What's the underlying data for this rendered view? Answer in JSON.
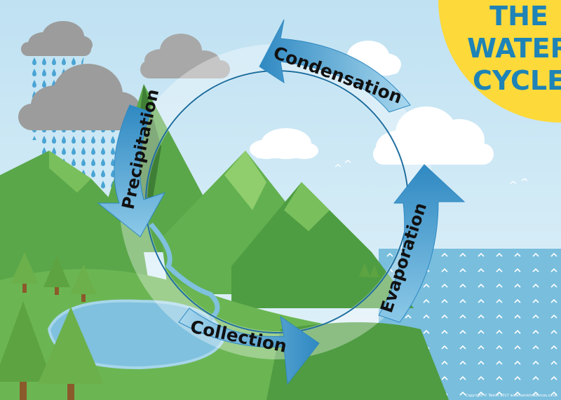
{
  "title": {
    "line1": "THE",
    "line2": "WATER",
    "line3": "CYCLE"
  },
  "stages": {
    "condensation": "Condensation",
    "precipitation": "Precipitation",
    "collection": "Collection",
    "evaporation": "Evaporation"
  },
  "copyright": "Copyright © Twinkl 2017 www.twinklresources.co.uk",
  "colors": {
    "sky": "#cfe9f5",
    "sun": "#fdd93a",
    "title": "#1e83b7",
    "mountain": "#5aa74a",
    "mountain_light": "#79bf5c",
    "sea": "#79bedd",
    "lake": "#7fc1de",
    "cloud_white": "#ffffff",
    "cloud_grey": "#9c9c9c",
    "arrow_blue": "#3f97cb",
    "cycle_line": "#1f6f9f"
  }
}
